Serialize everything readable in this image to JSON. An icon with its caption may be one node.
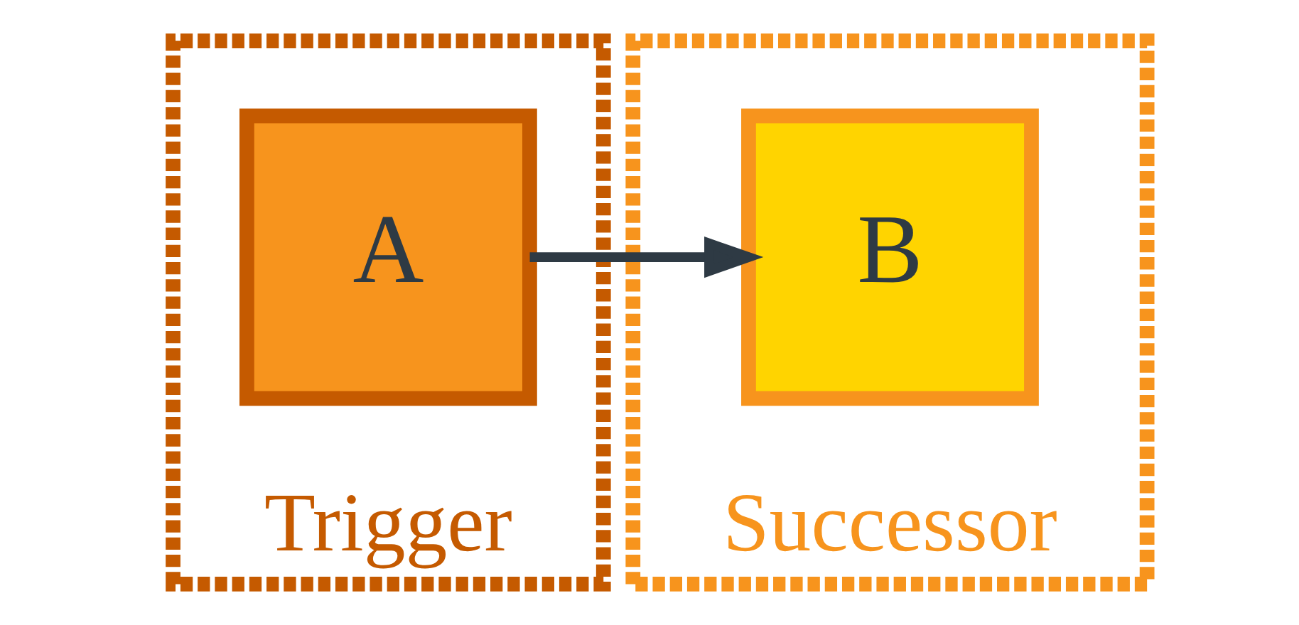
{
  "diagram": {
    "nodes": [
      {
        "text": [
          "Trigger"
        ]
      },
      {
        "text": [
          "A"
        ],
        "in": 0
      },
      {
        "text": [
          "Successor"
        ]
      },
      {
        "text": [
          "B"
        ],
        "in": 2
      }
    ],
    "edges": [
      {
        "from": 1,
        "to": 3,
        "arrow": "to"
      }
    ]
  }
}
